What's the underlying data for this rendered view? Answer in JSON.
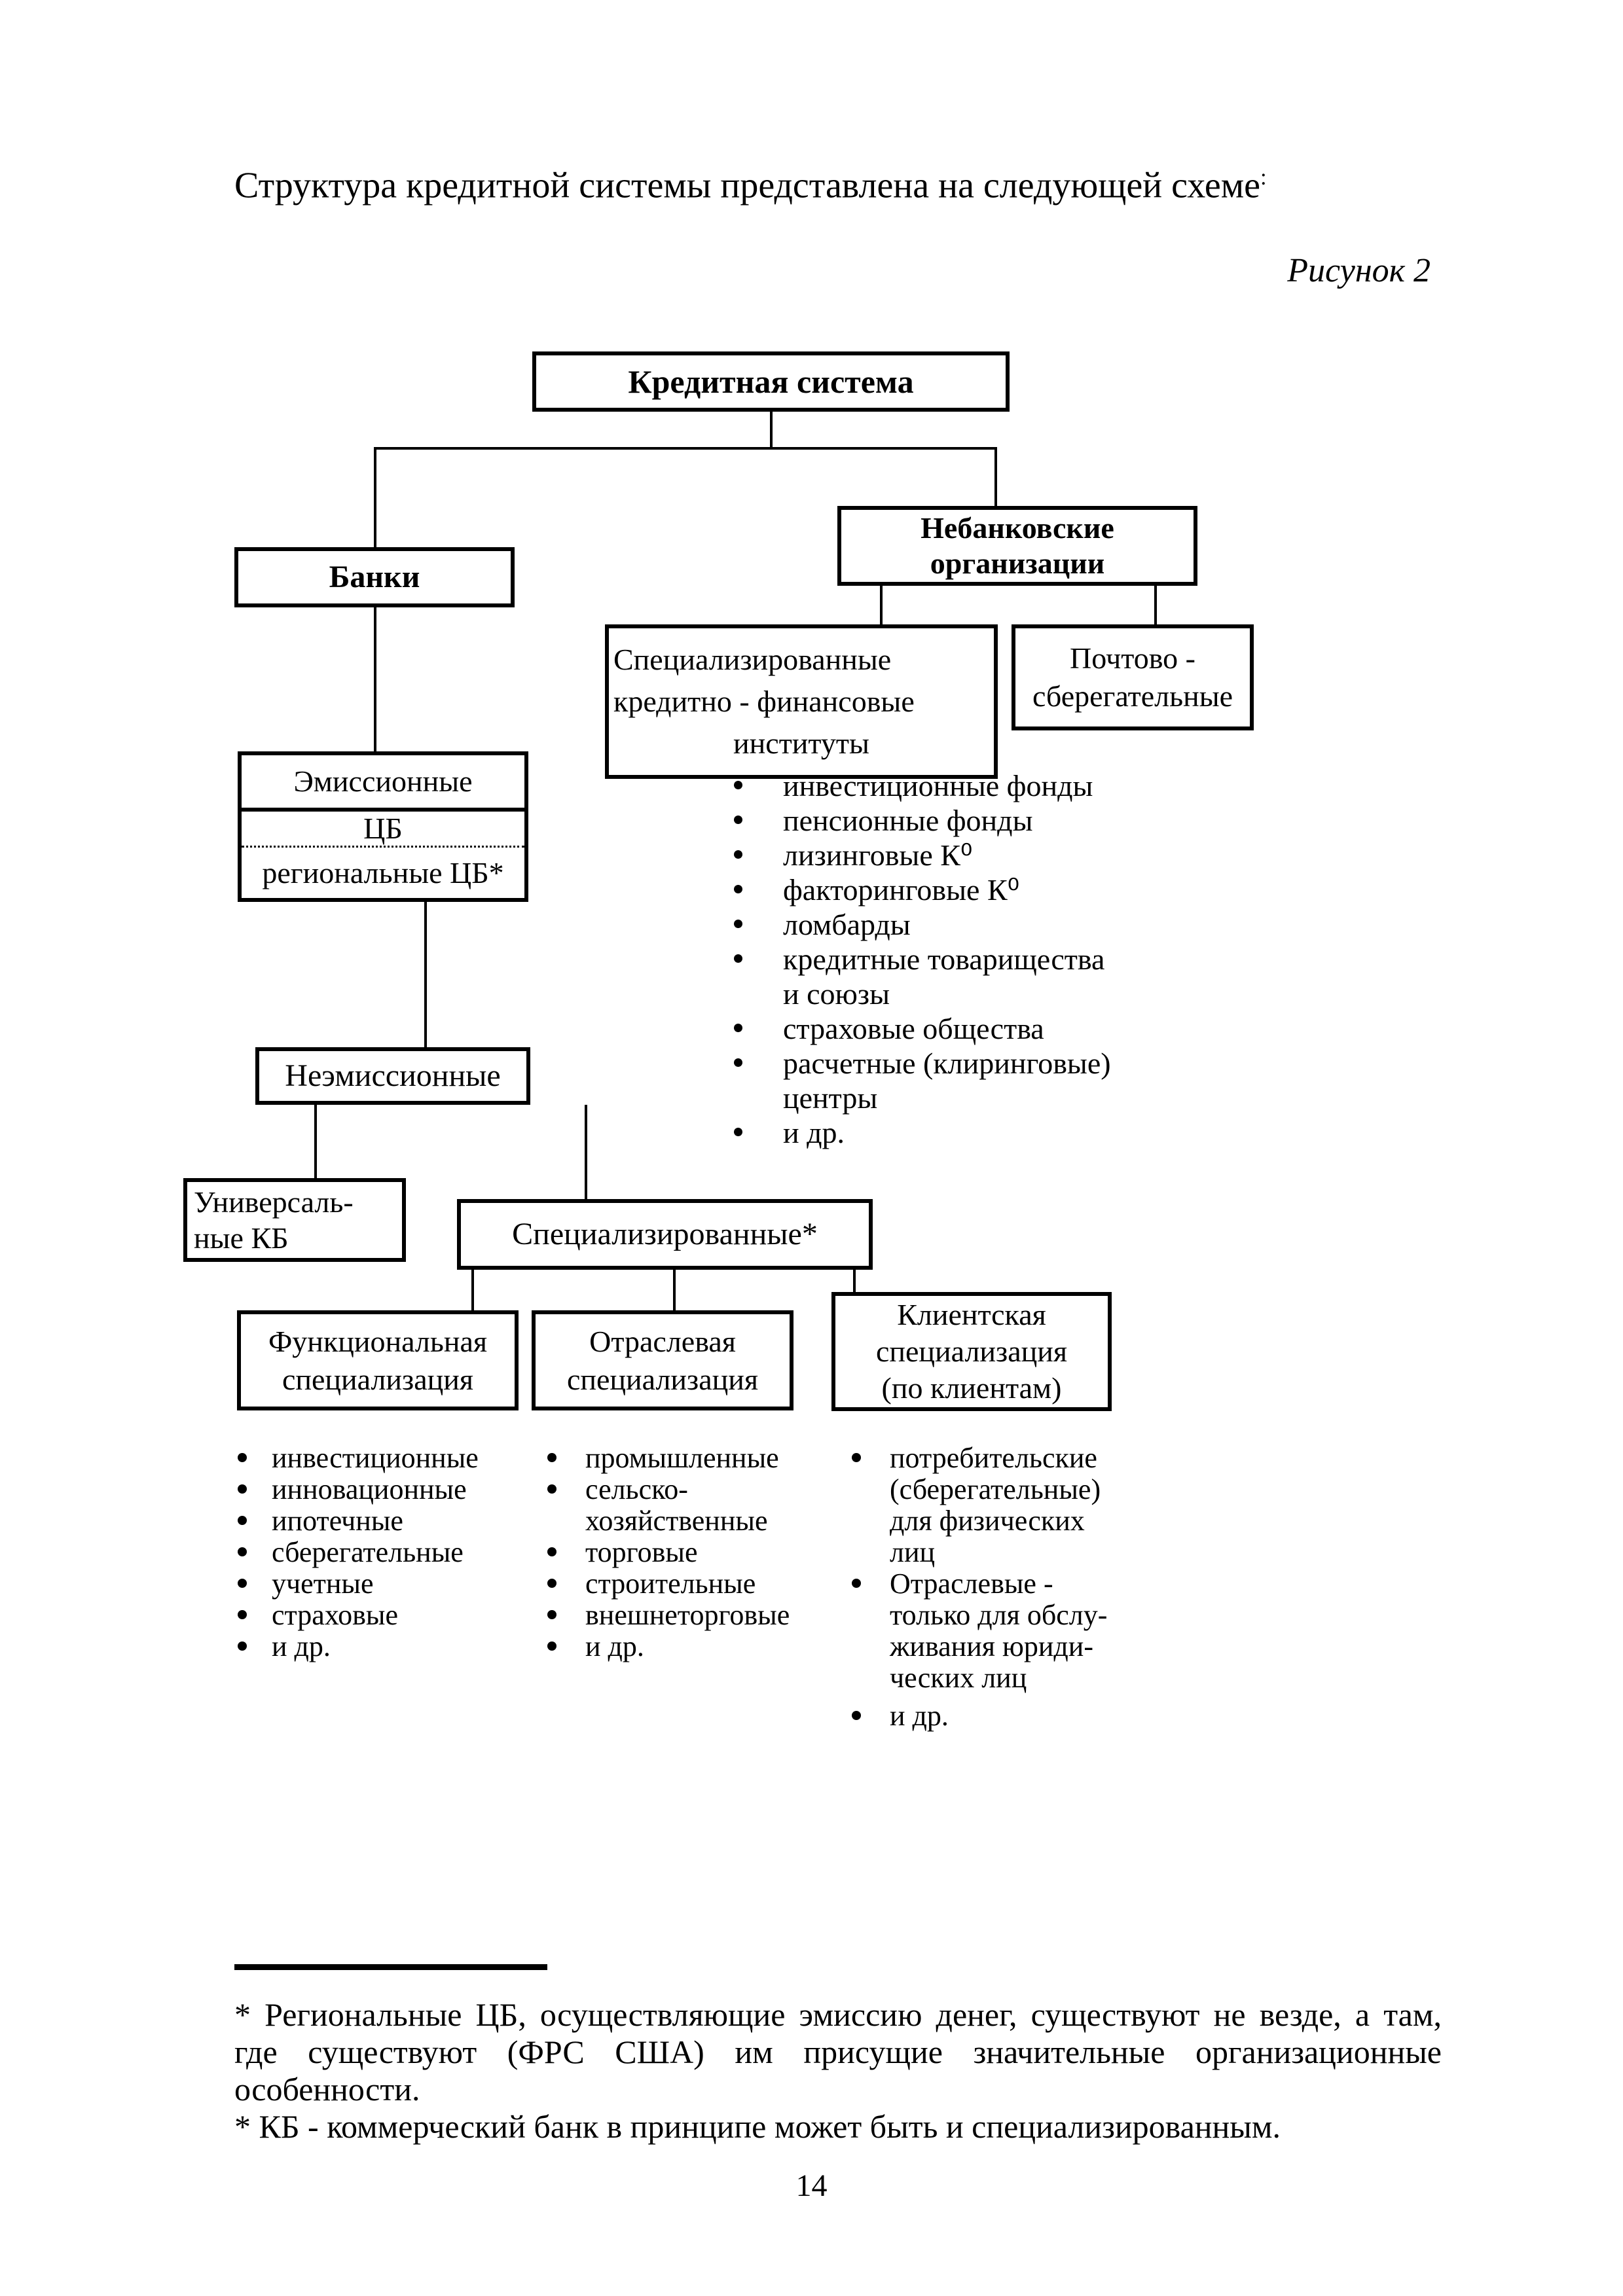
{
  "page": {
    "intro_text": "Структура кредитной системы представлена на следующей схеме",
    "intro_marker": ":",
    "figure_label": "Рисунок 2",
    "page_number": "14"
  },
  "diagram": {
    "root": "Кредитная система",
    "banks": "Банки",
    "nonbank": [
      "Небанковские",
      "организации"
    ],
    "institutes": [
      "Специализированные",
      "кредитно - финансовые",
      "институты"
    ],
    "postal": [
      "Почтово -",
      "сберегательные"
    ],
    "emission": {
      "top": "Эмиссионные",
      "mid": "ЦБ",
      "bottom": "региональные ЦБ*"
    },
    "nonemission": "Неэмиссионные",
    "universal": [
      "Универсаль-",
      "ные КБ"
    ],
    "specialized": "Специализированные*",
    "functional": [
      "Функциональная",
      "специализация"
    ],
    "sectoral": [
      "Отраслевая",
      "специализация"
    ],
    "client": [
      "Клиентская",
      "специализация",
      "(по клиентам)"
    ],
    "institute_items": [
      "инвестиционные фонды",
      "пенсионные фонды",
      "лизинговые К⁰",
      "факторинговые К⁰",
      "ломбарды",
      "кредитные товарищества\nи союзы",
      "страховые общества",
      "расчетные (клиринговые)\nцентры",
      "и др."
    ],
    "functional_items": [
      "инвестиционные",
      "инновационные",
      "ипотечные",
      "сберегательные",
      "учетные",
      "страховые",
      "и др."
    ],
    "sectoral_items": [
      "промышленные",
      "сельско-\nхозяйственные",
      "торговые",
      "строительные",
      "внешнеторговые",
      "и др."
    ],
    "client_items": [
      "потребительские\n(сберегательные)\nдля физических\nлиц",
      "Отраслевые -\nтолько для обслу-\nживания юриди-\nческих лиц",
      "и др."
    ]
  },
  "footnote": {
    "lines": [
      "* Региональные ЦБ, осуществляющие эмиссию денег, существуют не везде, а там,",
      "где существуют (ФРС США) им присущие значительные организационные",
      "особенности.",
      "* КБ - коммерческий банк в принципе может быть и специализированным."
    ]
  },
  "colors": {
    "ink": "#000000",
    "paper": "#ffffff"
  }
}
